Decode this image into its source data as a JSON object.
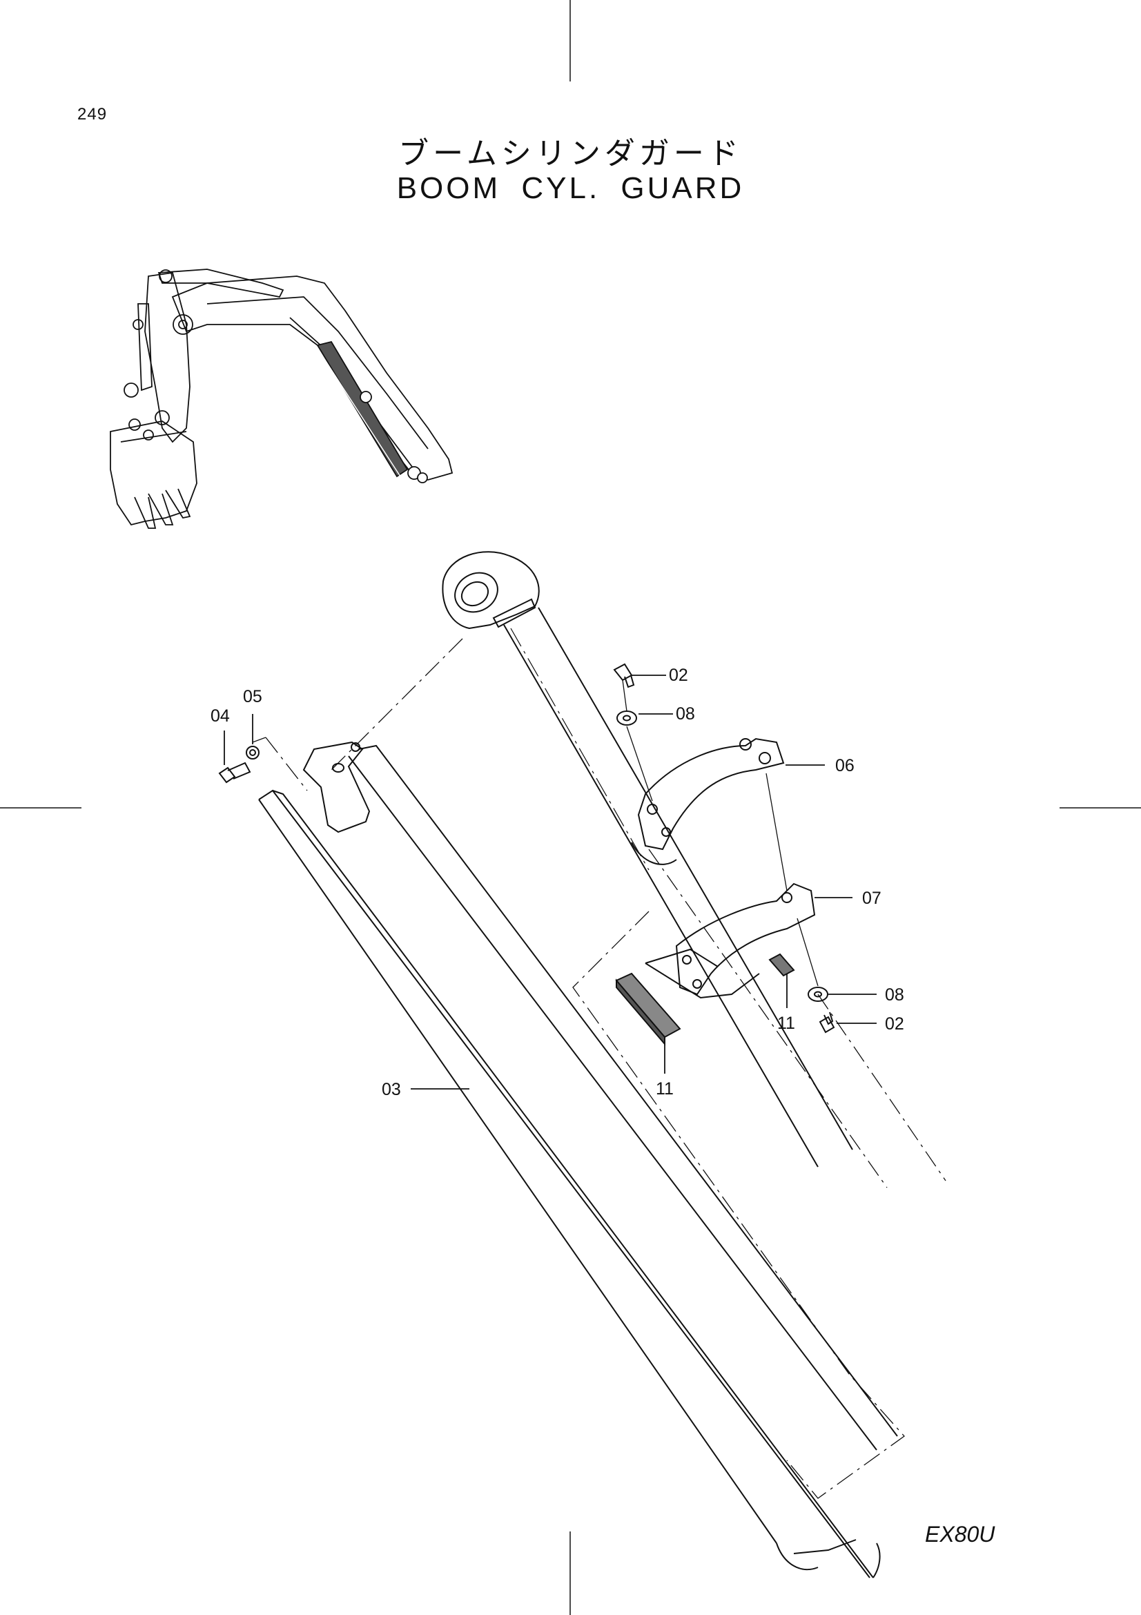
{
  "page": {
    "number": "249",
    "model": "EX80U"
  },
  "title": {
    "japanese": "ブームシリンダガード",
    "english": "BOOM  CYL. GUARD"
  },
  "callouts": {
    "p02a": "02",
    "p08a": "08",
    "p06": "06",
    "p05": "05",
    "p04": "04",
    "p07": "07",
    "p08b": "08",
    "p02b": "02",
    "p11a": "11",
    "p11b": "11",
    "p03": "03"
  }
}
